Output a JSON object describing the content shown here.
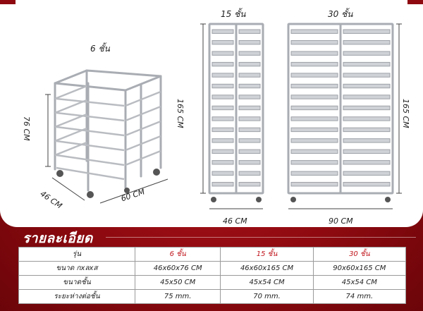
{
  "colors": {
    "brand_red": "#b3141c",
    "metal": "#b9bcc1",
    "text": "#222222",
    "head_text": "#c0151c"
  },
  "rack_small": {
    "tier_label": "6 ชั้น",
    "height_label": "76 CM",
    "depth_label": "46 CM",
    "width_label": "60 CM"
  },
  "rack_medium": {
    "tier_label": "15 ชั้น",
    "height_label": "165 CM",
    "width_label": "46 CM"
  },
  "rack_large": {
    "tier_label": "30 ชั้น",
    "height_label": "165 CM",
    "width_label": "90 CM"
  },
  "details": {
    "title": "รายละเอียด",
    "header": {
      "label": "รุ่น",
      "cols": [
        "6 ชั้น",
        "15 ชั้น",
        "30 ชั้น"
      ]
    },
    "rows": [
      {
        "label": "ขนาด กxลxส",
        "values": [
          "46x60x76 CM",
          "46x60x165 CM",
          "90x60x165 CM"
        ]
      },
      {
        "label": "ขนาดชั้น",
        "values": [
          "45x50 CM",
          "45x54 CM",
          "45x54 CM"
        ]
      },
      {
        "label": "ระยะห่างต่อชั้น",
        "values": [
          "75 mm.",
          "70 mm.",
          "74 mm."
        ]
      }
    ]
  }
}
